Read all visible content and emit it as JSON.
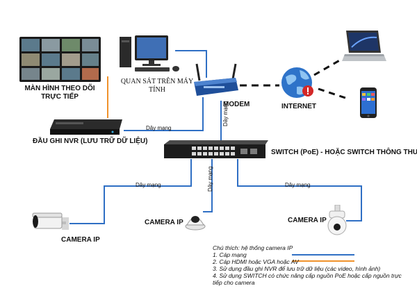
{
  "nodes": {
    "monitor_wall": {
      "label_line1": "MÀN HÌNH THEO DÕI",
      "label_line2": "TRỰC TIẾP"
    },
    "pc": {
      "label_line1": "QUAN SÁT TRÊN MÁY",
      "label_line2": "TÍNH"
    },
    "nvr": {
      "label": "ĐẦU GHI NVR (LƯU TRỮ DỮ LIỆU)"
    },
    "modem": {
      "label": "MODEM"
    },
    "internet": {
      "label": "INTERNET"
    },
    "switch": {
      "label": "SWITCH (PoE)  - HOẶC SWITCH THÔNG THƯỜNG"
    },
    "camera_left": {
      "label": "CAMERA IP"
    },
    "camera_mid": {
      "label": "CAMERA IP"
    },
    "camera_right": {
      "label": "CAMERA IP"
    }
  },
  "cable_labels": {
    "nvr_switch": "Dây mạng",
    "modem_switch": "Dây mạng",
    "switch_cam_left": "Dây mạng",
    "switch_cam_mid": "Dây mạng",
    "switch_cam_right": "Dây mạng"
  },
  "legend": {
    "title": "Chú thích: hệ thống camera IP",
    "item1": "1. Cáp mạng",
    "item2": "2. Cáp HDMI hoặc VGA hoặc AV",
    "item3": "3. Sử dụng đầu ghi NVR để lưu trữ dữ liệu (các video, hình ảnh)",
    "item4_line1": "4. Sử dụng SWITCH có chức năng cấp nguồn PoE hoặc cấp nguồn trực",
    "item4_line2": "tiếp cho camera"
  },
  "colors": {
    "network_cable": "#2f6fc4",
    "hdmi_cable": "#f0922b",
    "wireless_link": "#111111"
  },
  "icons": [
    "monitor-wall-icon",
    "desktop-pc-icon",
    "nvr-recorder-icon",
    "router-icon",
    "globe-icon",
    "laptop-icon",
    "smartphone-icon",
    "poe-switch-icon",
    "bullet-camera-icon",
    "dome-camera-icon",
    "ptz-camera-icon"
  ]
}
